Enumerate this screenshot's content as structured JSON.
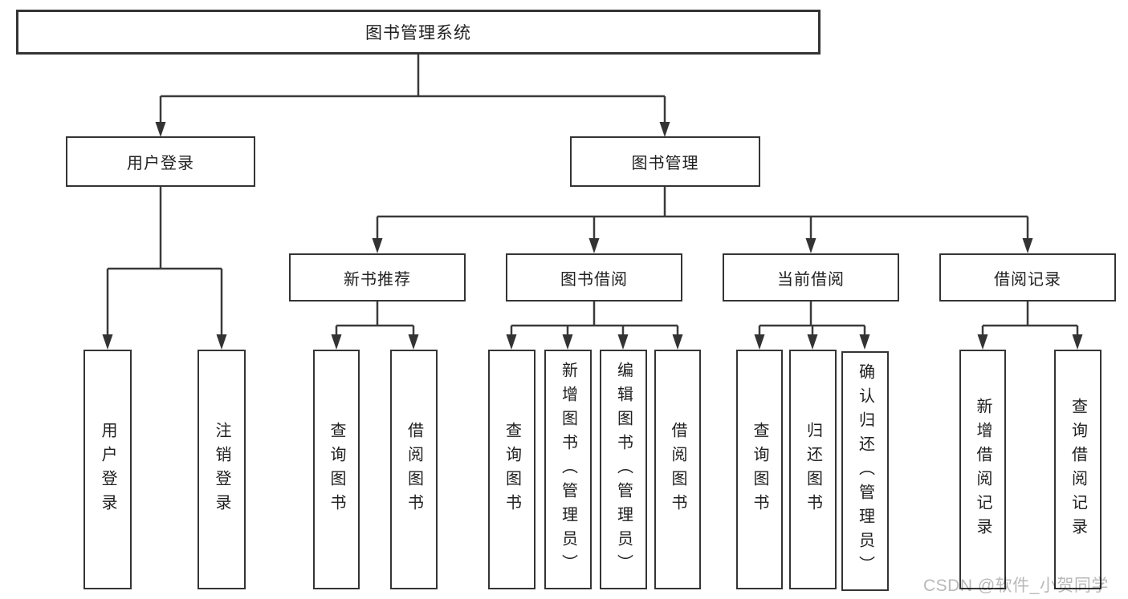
{
  "diagram": {
    "root": "图书管理系统",
    "branches": [
      {
        "label": "用户登录",
        "children": [
          "用户登录",
          "注销登录"
        ]
      },
      {
        "label": "图书管理",
        "children": [
          {
            "label": "新书推荐",
            "children": [
              "查询图书",
              "借阅图书"
            ]
          },
          {
            "label": "图书借阅",
            "children": [
              "查询图书",
              "新增图书（管理员）",
              "编辑图书（管理员）",
              "借阅图书"
            ]
          },
          {
            "label": "当前借阅",
            "children": [
              "查询图书",
              "归还图书",
              "确认归还（管理员）"
            ]
          },
          {
            "label": "借阅记录",
            "children": [
              "新增借阅记录",
              "查询借阅记录"
            ]
          }
        ]
      }
    ],
    "watermark": "CSDN @软件_小贺同学",
    "colors": {
      "line": "#3a3a3a",
      "box_border": "#343434",
      "text": "#1f1f1f",
      "watermark": "#b9b9b9",
      "background": "#ffffff"
    }
  }
}
